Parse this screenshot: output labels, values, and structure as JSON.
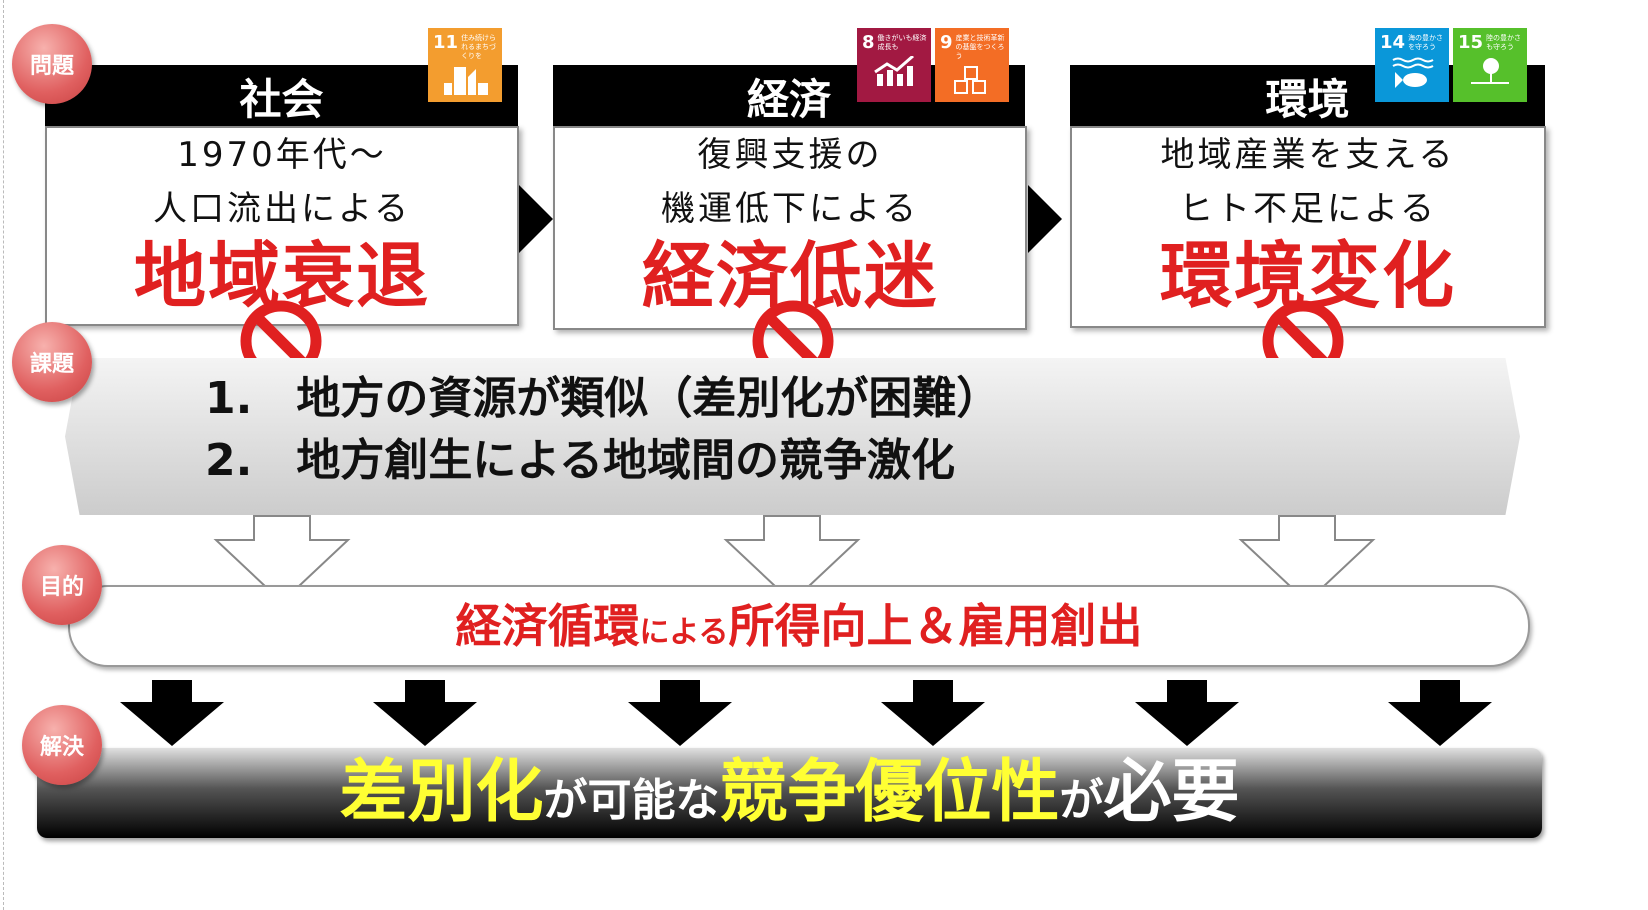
{
  "badges": {
    "problem": "問題",
    "issue": "課題",
    "purpose": "目的",
    "solution": "解決"
  },
  "boxes": [
    {
      "title": "社会",
      "line1": "1970年代～",
      "line2": "人口流出による",
      "big": "地域衰退"
    },
    {
      "title": "経済",
      "line1": "復興支援の",
      "line2": "機運低下による",
      "big": "経済低迷"
    },
    {
      "title": "環境",
      "line1": "地域産業を支える",
      "line2": "ヒト不足による",
      "big": "環境変化"
    }
  ],
  "sdgs": [
    {
      "num": "11",
      "text": "住み続けられるまちづくりを",
      "color": "#f39d2f"
    },
    {
      "num": "8",
      "text": "働きがいも経済成長も",
      "color": "#a21942"
    },
    {
      "num": "9",
      "text": "産業と技術革新の基盤をつくろう",
      "color": "#f36d25"
    },
    {
      "num": "14",
      "text": "海の豊かさを守ろう",
      "color": "#0a97d9"
    },
    {
      "num": "15",
      "text": "陸の豊かさも守ろう",
      "color": "#56c02b"
    }
  ],
  "issues": [
    "1.　地方の資源が類似（差別化が困難）",
    "2.　地方創生による地域間の競争激化"
  ],
  "goal": {
    "a": "経済循環",
    "b": "による",
    "c": "所得向上＆雇用創出"
  },
  "solution": {
    "a": "差別化",
    "b": "が可能な",
    "c": "競争優位性",
    "d": "が",
    "e": "必要"
  }
}
